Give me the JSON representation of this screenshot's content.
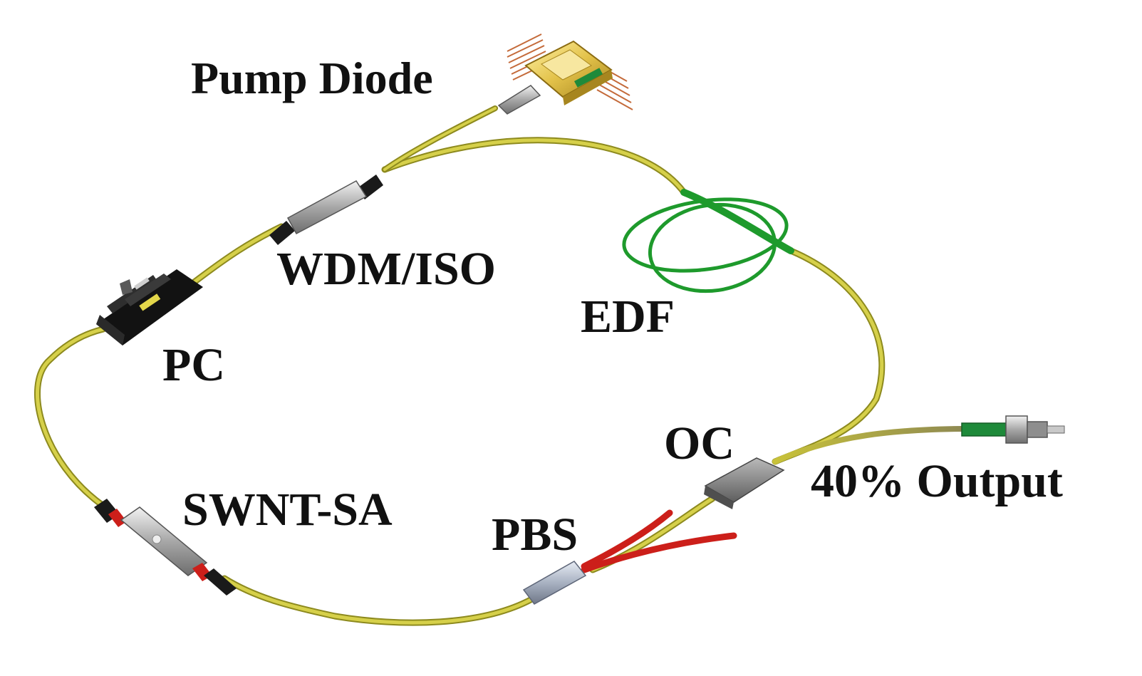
{
  "labels": {
    "pump_diode": "Pump Diode",
    "wdm_iso": "WDM/ISO",
    "edf": "EDF",
    "pc": "PC",
    "oc": "OC",
    "output": "40% Output",
    "swnt_sa": "SWNT-SA",
    "pbs": "PBS"
  },
  "colors": {
    "fiber": "#c8c23a",
    "fiber_dark": "#8d8a1e",
    "edf_fiber": "#1e9a2c",
    "pbs_output_fiber": "#cc1f1a",
    "component_metal": "#9a9a9a",
    "component_black": "#1a1a1a",
    "pump_package": "#e3c24a",
    "pump_pins": "#c46a3a",
    "connector_green": "#1e8a3a"
  }
}
